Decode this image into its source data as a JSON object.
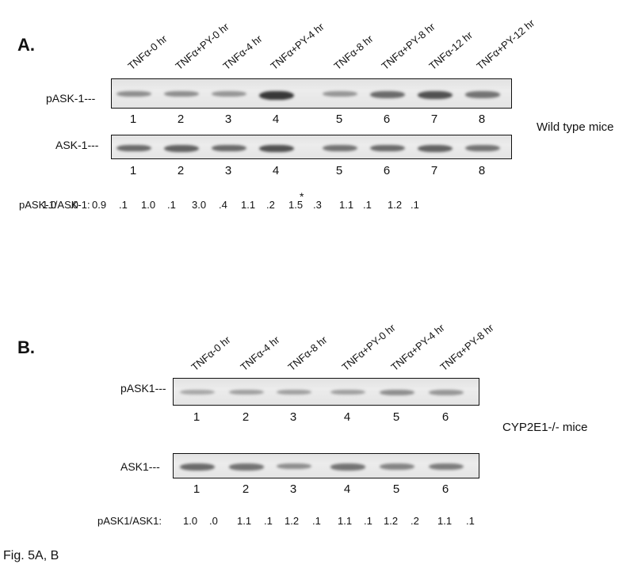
{
  "panel_a": {
    "label": "A.",
    "lanes": [
      "TNFα-0 hr",
      "TNFα+PY-0 hr",
      "TNFα-4 hr",
      "TNFα+PY-4 hr",
      "TNFα-8 hr",
      "TNFα+PY-8 hr",
      "TNFα-12 hr",
      "TNFα+PY-12 hr"
    ],
    "row1_label": "pASK-1---",
    "row2_label": "ASK-1---",
    "lane_numbers": [
      "1",
      "2",
      "3",
      "4",
      "5",
      "6",
      "7",
      "8"
    ],
    "side_label": "Wild type mice",
    "ratio_label": "pASK-1/ASK-1:",
    "ratios": [
      "1.0",
      ".0",
      "0.9",
      ".1",
      "1.0",
      ".1",
      "3.0",
      ".4",
      "1.1",
      ".2",
      "1.5",
      ".3",
      "1.1",
      ".1",
      "1.2",
      ".1"
    ],
    "significance_mark": "*",
    "band_intensity_row1": [
      0.35,
      0.35,
      0.3,
      0.85,
      0.3,
      0.55,
      0.7,
      0.5
    ],
    "band_intensity_row2": [
      0.55,
      0.6,
      0.55,
      0.7,
      0.5,
      0.55,
      0.6,
      0.5
    ]
  },
  "panel_b": {
    "label": "B.",
    "lanes": [
      "TNFα-0 hr",
      "TNFα-4 hr",
      "TNFα-8 hr",
      "TNFα+PY-0 hr",
      "TNFα+PY-4 hr",
      "TNFα+PY-8 hr"
    ],
    "row1_label": "pASK1---",
    "row2_label": "ASK1---",
    "lane_numbers": [
      "1",
      "2",
      "3",
      "4",
      "5",
      "6"
    ],
    "side_label": "CYP2E1-/- mice",
    "ratio_label": "pASK1/ASK1:",
    "ratios": [
      "1.0",
      ".0",
      "1.1",
      ".1",
      "1.2",
      ".1",
      "1.1",
      ".1",
      "1.2",
      ".2",
      "1.1",
      ".1"
    ],
    "band_intensity_row1": [
      0.2,
      0.25,
      0.25,
      0.25,
      0.35,
      0.3
    ],
    "band_intensity_row2": [
      0.55,
      0.5,
      0.35,
      0.5,
      0.4,
      0.45
    ]
  },
  "caption": "Fig. 5A, B"
}
